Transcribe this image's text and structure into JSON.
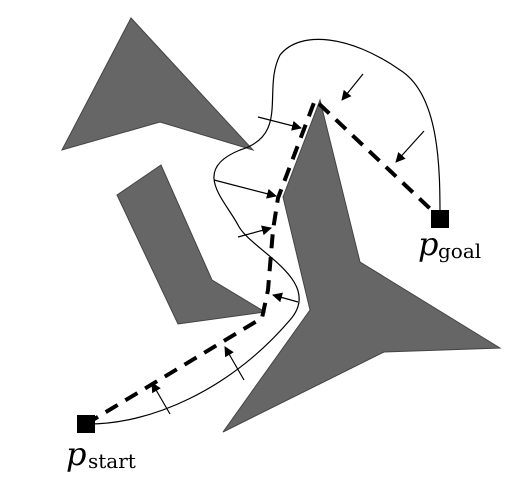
{
  "colors": {
    "obstacle": "#666666",
    "obstacle_stroke": "#444444",
    "path": "#000000",
    "background": "#ffffff"
  },
  "labels": {
    "start_main": "p",
    "start_sub": "start",
    "goal_main": "p",
    "goal_sub": "goal"
  }
}
